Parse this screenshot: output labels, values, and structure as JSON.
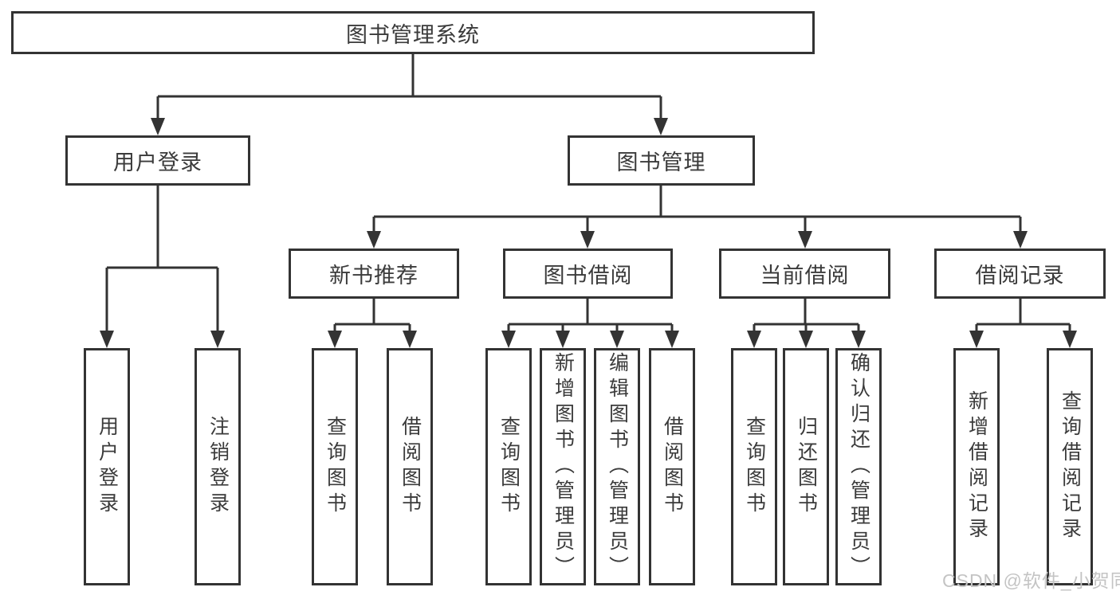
{
  "diagram": {
    "title": {
      "label": "图书管理系统"
    },
    "level1": {
      "user_login": "用户登录",
      "book_management": "图书管理"
    },
    "level2": {
      "new_book_recommend": "新书推荐",
      "book_borrowing": "图书借阅",
      "current_borrowing": "当前借阅",
      "borrowing_records": "借阅记录"
    },
    "leaves": {
      "user_login": [
        "用户登录",
        "注销登录"
      ],
      "new_book_recommend": [
        "查询图书",
        "借阅图书"
      ],
      "book_borrowing": [
        "查询图书",
        "新增图书（管理员）",
        "编辑图书（管理员）",
        "借阅图书"
      ],
      "current_borrowing": [
        "查询图书",
        "归还图书",
        "确认归还（管理员）"
      ],
      "borrowing_records": [
        "新增借阅记录",
        "查询借阅记录"
      ]
    }
  },
  "watermark": {
    "text": "CSDN @软件_小贺同学"
  },
  "colors": {
    "line": "#333333",
    "text": "#3b3b3b",
    "watermark": "#c4c4c4",
    "background": "#ffffff"
  }
}
